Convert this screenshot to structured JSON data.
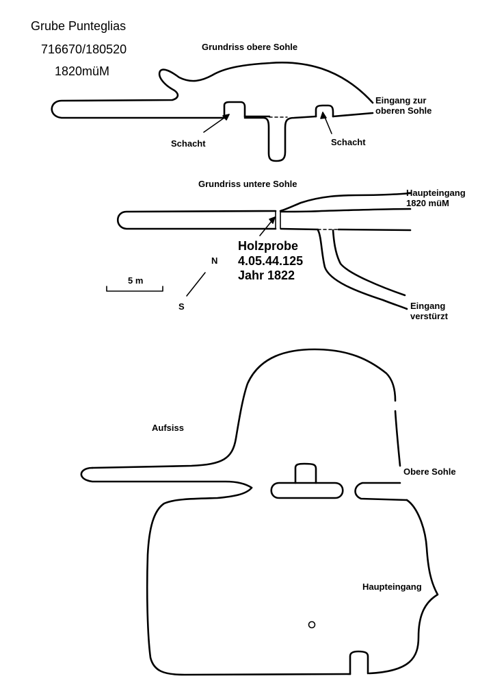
{
  "header": {
    "mine_name": "Grube   Punteglias",
    "coordinates": "716670/180520",
    "altitude": "1820müM"
  },
  "plan_upper": {
    "title": "Grundriss obere Sohle",
    "entrance_label": "Eingang zur\noberen Sohle",
    "shaft_left_label": "Schacht",
    "shaft_right_label": "Schacht"
  },
  "plan_lower": {
    "title": "Grundriss untere Sohle",
    "main_entrance_label": "Haupteingang\n1820 müM",
    "collapsed_entrance_label": "Eingang\nverstürzt",
    "sample_label": "Holzprobe\n4.05.44.125\nJahr 1822",
    "scale_label": "5 m",
    "north_label": "N",
    "south_label": "S"
  },
  "elevation": {
    "title": "Aufsiss",
    "upper_level_label": "Obere Sohle",
    "main_entrance_label": "Haupteingang"
  }
}
